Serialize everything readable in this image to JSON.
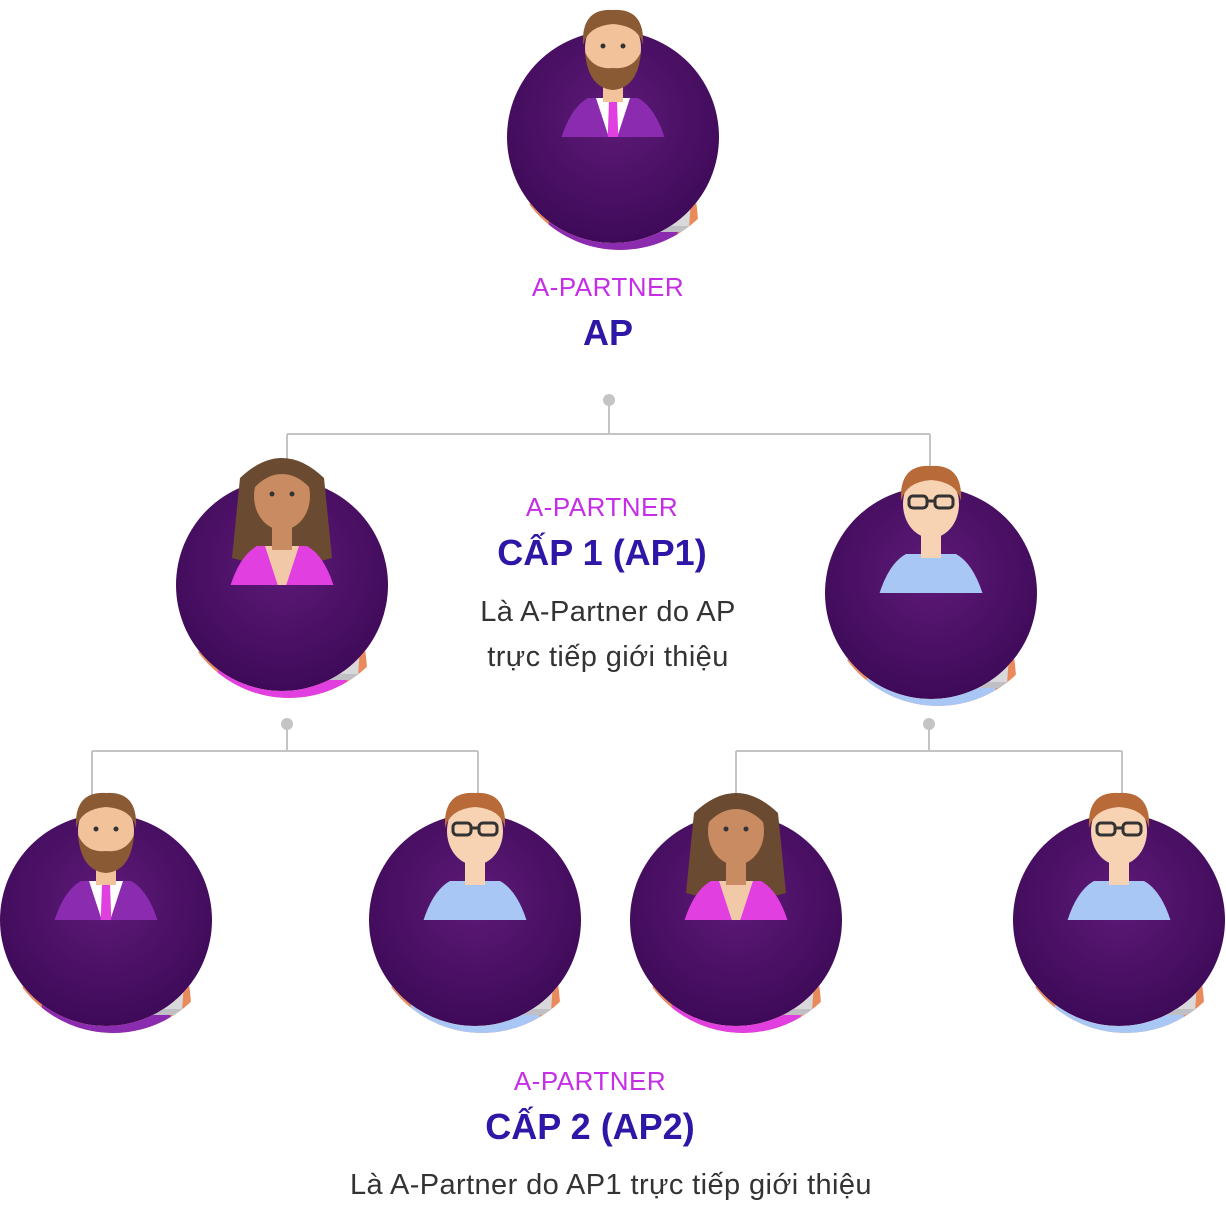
{
  "levels": {
    "ap": {
      "subtitle": "A-PARTNER",
      "title": "AP"
    },
    "ap1": {
      "subtitle": "A-PARTNER",
      "title": "CẤP 1 (AP1)",
      "desc_line1": "Là A-Partner do AP",
      "desc_line2": "trực tiếp giới thiệu"
    },
    "ap2": {
      "subtitle": "A-PARTNER",
      "title": "CẤP 2 (AP2)",
      "desc": "Là A-Partner do AP1 trực tiếp giới thiệu"
    }
  },
  "colors": {
    "subtitle": "#c52ee6",
    "title": "#2d17a6",
    "connector": "#c4c4c4",
    "circle": "#4a0f66"
  },
  "avatars": [
    {
      "id": "ap",
      "variant": "bearded-man-purple-suit"
    },
    {
      "id": "ap1-left",
      "variant": "woman-pink-blazer"
    },
    {
      "id": "ap1-right",
      "variant": "man-glasses-blue-shirt"
    },
    {
      "id": "ap2-1",
      "variant": "bearded-man-purple-suit"
    },
    {
      "id": "ap2-2",
      "variant": "man-glasses-blue-shirt"
    },
    {
      "id": "ap2-3",
      "variant": "woman-pink-blazer"
    },
    {
      "id": "ap2-4",
      "variant": "man-glasses-blue-shirt"
    }
  ]
}
